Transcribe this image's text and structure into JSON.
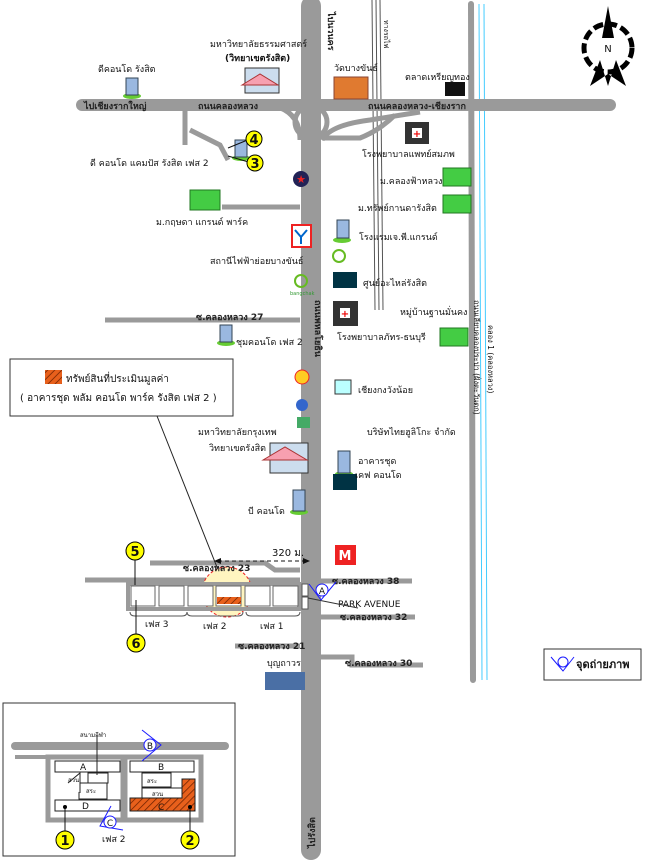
{
  "colors": {
    "road": "#9a9a9a",
    "canal": "#44ccff",
    "marker": "#ffff00",
    "property": "#e8601c",
    "photo_point": "#1a1aff",
    "highlight": "#fff5c0"
  },
  "compass": {
    "label": "N"
  },
  "roads": {
    "to_nava_nakorn": "ไปนวนคร",
    "railway": "ทางรถไฟ",
    "khlong_luang_chiang_rak": "ถนนคลองหลวง-เชียงราก",
    "khlong_luang": "ถนนคลองหลวง",
    "to_chiang_rak_yai": "ไปเชียงรากใหญ่",
    "phahonyothin": "ถนนพหลโยธิน",
    "to_rangsit": "ไปรังสิต",
    "prapa_road": "ถนนเลียบคลองประปา (ฝั่งตะวันตก)",
    "khlong_1": "คลอง 1 (คลองหลวง)",
    "soi_27": "ซ.คลองหลวง 27",
    "soi_23": "ซ.คลองหลวง 23",
    "soi_38": "ซ.คลองหลวง 38",
    "soi_32": "ซ.คลองหลวง 32",
    "soi_21": "ซ.คลองหลวง 21",
    "soi_30": "ซ.คลองหลวง 30"
  },
  "places": {
    "wat_bang_khan": "วัดบางขันธ์",
    "rian_thong_market": "ตลาดเหรียญทอง",
    "d_condo_rangsit": "ดีคอนโด รังสิต",
    "tu_1": "มหาวิทยาลัยธรรมศาสตร์",
    "tu_2": "(วิทยาเขตรังสิต)",
    "d_condo_campus": "ดี คอนโด แคมปัส รังสิต เฟส 2",
    "krisda": "ม.กฤษดา แกรนด์ พาร์ค",
    "hosp_somphop": "โรงพยาบาลแพทย์สมภพ",
    "khlong_fa_luang": "ม.คลองฟ้าหลวง",
    "sap_kanda": "ม.ทรัพย์กานดารังสิต",
    "jp_grand": "โรงแรมเจ.พี.แกรนด์",
    "substation": "สถานีไฟฟ้าย่อยบางขันธ์",
    "parts_center": "ศูนย์อะไหล่รังสิต",
    "than_mankong": "หมู่บ้านฐานมั่นคง",
    "hosp_phat": "โรงพยาบาลภัทร-ธนบุรี",
    "chum_condo": "ชุมคอนโด เฟส 2",
    "chiang_kong": "เชียงกงวังน้อย",
    "thai_hulico": "บริษัทไทยฮูลิโกะ จำกัด",
    "bu_1": "มหาวิทยาลัยกรุงเทพ",
    "bu_2": "วิทยาเขตรังสิต",
    "kef_1": "อาคารชุด",
    "kef_2": "เคฟ คอนโด",
    "b_condo": "บี คอนโด",
    "park_avenue": "PARK AVENUE",
    "boonthavorn": "บุญถาวร",
    "bangchak": "bangchak"
  },
  "subject": {
    "title": "ทรัพย์สินที่ประเมินมูลค่า",
    "subtitle": "( อาคารชุด พลัม คอนโด พาร์ค รังสิต เฟส 2 )",
    "distance": "320 ม."
  },
  "phases": {
    "p3": "เฟส 3",
    "p2": "เฟส 2",
    "p1": "เฟส 1"
  },
  "markers": {
    "m1": "1",
    "m2": "2",
    "m3": "3",
    "m4": "4",
    "m5": "5",
    "m6": "6",
    "a": "A",
    "b": "B",
    "c": "C"
  },
  "legend": {
    "photo_point": "จุดถ่ายภาพ"
  },
  "inset": {
    "stadium": "สนามกีฬา",
    "a": "A",
    "b": "B",
    "c": "C",
    "d": "D",
    "pool": "สระ",
    "garden": "สวน",
    "phase": "เฟส 2"
  }
}
